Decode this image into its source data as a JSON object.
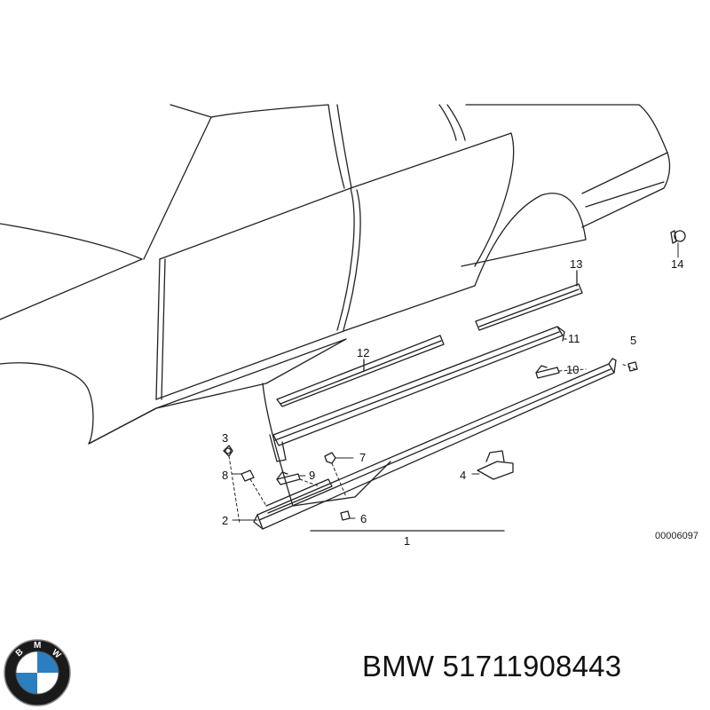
{
  "diagram": {
    "code": "00006097",
    "callouts": {
      "c1": "1",
      "c2": "2",
      "c3": "3",
      "c4": "4",
      "c5": "5",
      "c6": "6",
      "c7": "7",
      "c8": "8",
      "c9": "9",
      "c10": "10",
      "c11": "11",
      "c12": "12",
      "c13": "13",
      "c14": "14"
    }
  },
  "logo": {
    "letters": "BMW",
    "colors": {
      "ring": "#1a1a1a",
      "blue": "#2b7fc1",
      "white": "#ffffff"
    }
  },
  "caption": {
    "brand": "BMW",
    "part_number": "51711908443"
  }
}
